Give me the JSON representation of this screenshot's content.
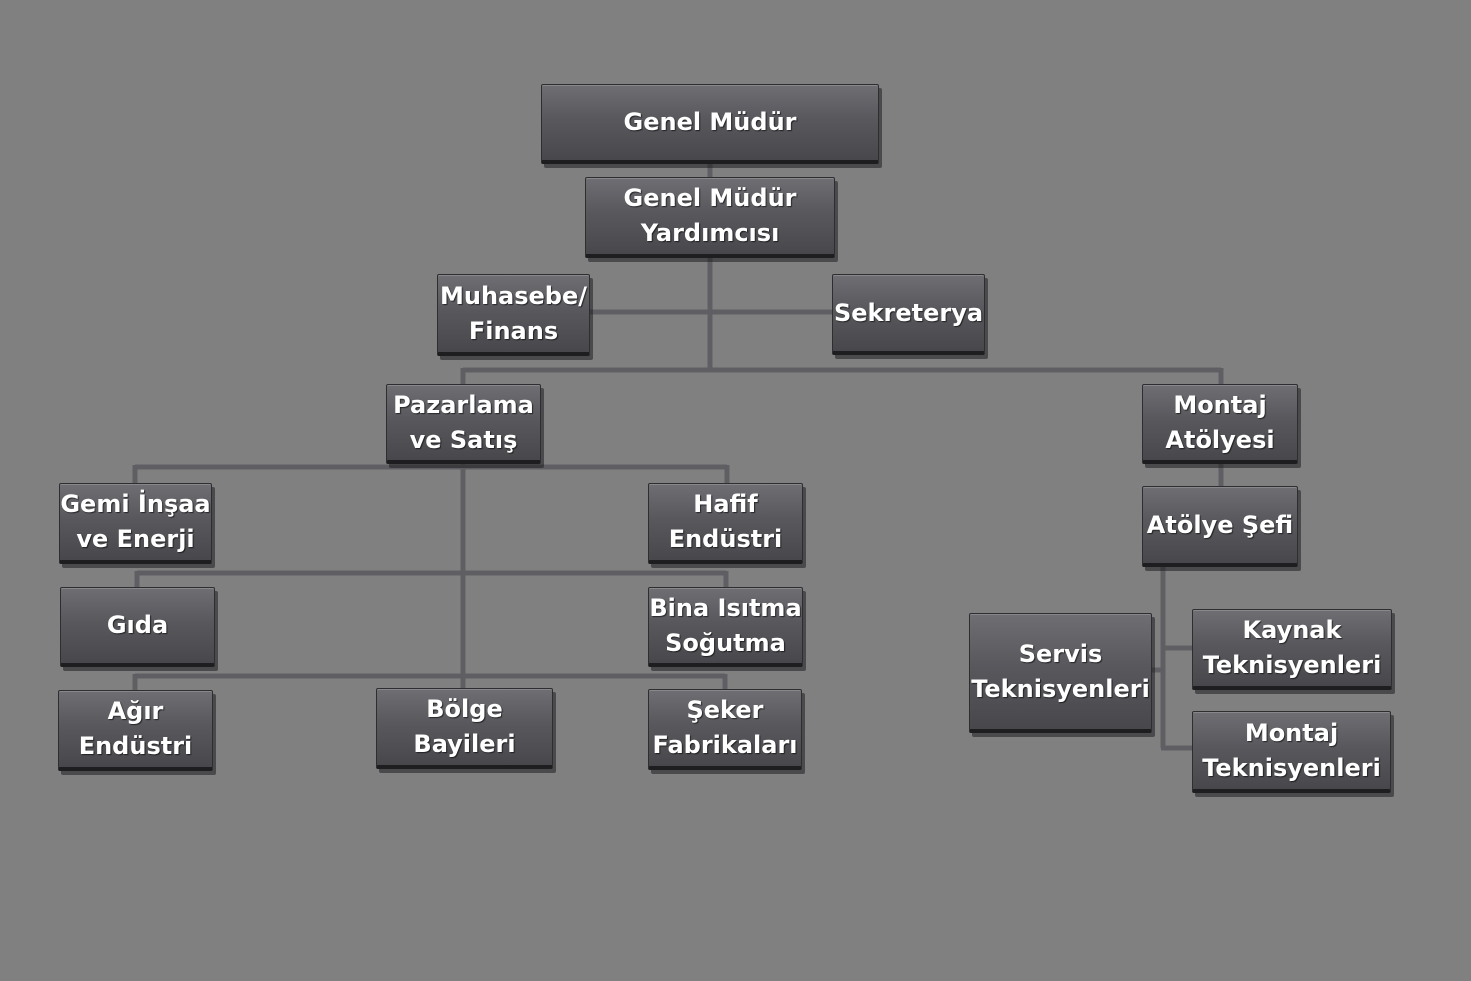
{
  "org_chart": {
    "genel_mudur": "Genel  Müdür",
    "genel_mudur_yardimcisi": "Genel  Müdür\nYardımcısı",
    "muhasebe_finans": "Muhasebe/\nFinans",
    "sekreterya": "Sekreterya",
    "pazarlama_satis": "Pazarlama\nve Satış",
    "montaj_atolyesi": "Montaj\nAtölyesi",
    "gemi_insaa_enerji": "Gemi İnşaa\nve Enerji",
    "hafif_endustri": "Hafif\nEndüstri",
    "gida": "Gıda",
    "bina_isitma_sogutma": "Bina Isıtma\nSoğutma",
    "agir_endustri": "Ağır\nEndüstri",
    "bolge_bayileri": "Bölge Bayileri",
    "seker_fabrikalari": "Şeker\nFabrikaları",
    "atolye_sefi": "Atölye Şefi",
    "servis_teknisyenleri": "Servis\nTeknisyenleri",
    "kaynak_teknisyenleri": "Kaynak\nTeknisyenleri",
    "montaj_teknisyenleri": "Montaj\nTeknisyenleri"
  },
  "colors": {
    "background": "#808080",
    "connector": "#5f5f63",
    "box_text": "#ffffff"
  }
}
